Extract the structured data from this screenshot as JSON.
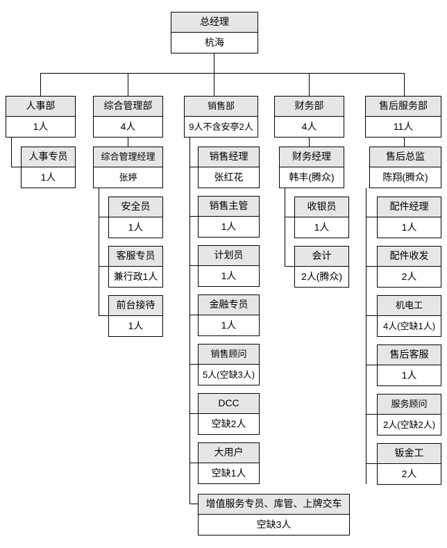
{
  "diagram": {
    "title_node": {
      "title": "总经理",
      "sub": "杭海"
    },
    "departments": [
      {
        "id": "hr",
        "title": "人事部",
        "sub": "1人"
      },
      {
        "id": "general",
        "title": "综合管理部",
        "sub": "4人"
      },
      {
        "id": "sales",
        "title": "销售部",
        "sub": "9人不含安亭2人"
      },
      {
        "id": "finance",
        "title": "财务部",
        "sub": "4人"
      },
      {
        "id": "aftersale",
        "title": "售后服务部",
        "sub": "11人"
      }
    ],
    "hr_children": [
      {
        "title": "人事专员",
        "sub": "1人"
      }
    ],
    "general_children": [
      {
        "title": "综合管理经理",
        "sub": "张婷"
      },
      {
        "title": "安全员",
        "sub": "1人"
      },
      {
        "title": "客服专员",
        "sub": "兼行政1人"
      },
      {
        "title": "前台接待",
        "sub": "1人"
      }
    ],
    "sales_children": [
      {
        "title": "销售经理",
        "sub": "张红花"
      },
      {
        "title": "销售主管",
        "sub": "1人"
      },
      {
        "title": "计划员",
        "sub": "1人"
      },
      {
        "title": "金融专员",
        "sub": "1人"
      },
      {
        "title": "销售顾问",
        "sub": "5人(空缺3人)"
      },
      {
        "title": "DCC",
        "sub": "空缺2人"
      },
      {
        "title": "大用户",
        "sub": "空缺1人"
      },
      {
        "title": "增值服务专员、库管、上牌交车",
        "sub": "空缺3人"
      }
    ],
    "finance_children": [
      {
        "title": "财务经理",
        "sub": "韩丰(腾众)"
      },
      {
        "title": "收银员",
        "sub": "1人"
      },
      {
        "title": "会计",
        "sub": "2人(腾众)"
      }
    ],
    "aftersale_children": [
      {
        "title": "售后总监",
        "sub": "陈翔(腾众)"
      },
      {
        "title": "配件经理",
        "sub": "1人"
      },
      {
        "title": "配件收发",
        "sub": "2人"
      },
      {
        "title": "机电工",
        "sub": "4人(空缺1人)"
      },
      {
        "title": "售后客服",
        "sub": "1人"
      },
      {
        "title": "服务顾问",
        "sub": "2人(空缺2人)"
      },
      {
        "title": "钣金工",
        "sub": "2人"
      }
    ]
  },
  "colors": {
    "header_fill": "#e6e6e6",
    "body_fill": "#ffffff",
    "line": "#000000"
  }
}
